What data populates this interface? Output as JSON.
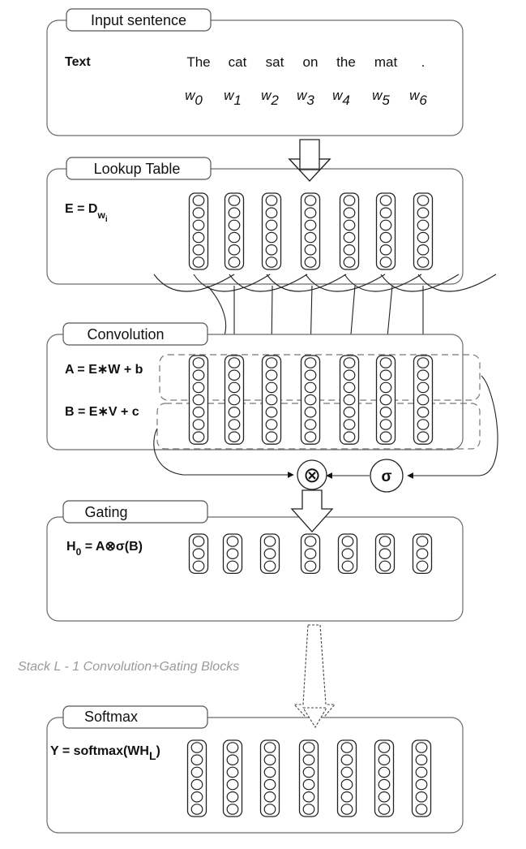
{
  "input_sentence": {
    "title": "Input sentence",
    "row_label": "Text",
    "tokens": [
      {
        "word": "The",
        "idx": "w",
        "sub": "0"
      },
      {
        "word": "cat",
        "idx": "w",
        "sub": "1"
      },
      {
        "word": "sat",
        "idx": "w",
        "sub": "2"
      },
      {
        "word": "on",
        "idx": "w",
        "sub": "3"
      },
      {
        "word": "the",
        "idx": "w",
        "sub": "4"
      },
      {
        "word": "mat",
        "idx": "w",
        "sub": "5"
      },
      {
        "word": ".",
        "idx": "w",
        "sub": "6"
      }
    ]
  },
  "lookup": {
    "title": "Lookup Table",
    "formula": "E = D",
    "formula_sub": "w",
    "formula_subsub": "i"
  },
  "convolution": {
    "title": "Convolution",
    "formula_a": "A = E∗W + b",
    "formula_b": "B = E∗V + c"
  },
  "gate": {
    "multiply_symbol": "⊗",
    "sigma_symbol": "σ"
  },
  "gating": {
    "title": "Gating",
    "formula_main": "H",
    "formula_sub": "0",
    "formula_rest": " = A⊗σ(B)"
  },
  "stack_note": "Stack L - 1 Convolution+Gating Blocks",
  "softmax": {
    "title": "Softmax",
    "formula_main": "Y = softmax(WH",
    "formula_sub": "L",
    "formula_rest": ")"
  }
}
